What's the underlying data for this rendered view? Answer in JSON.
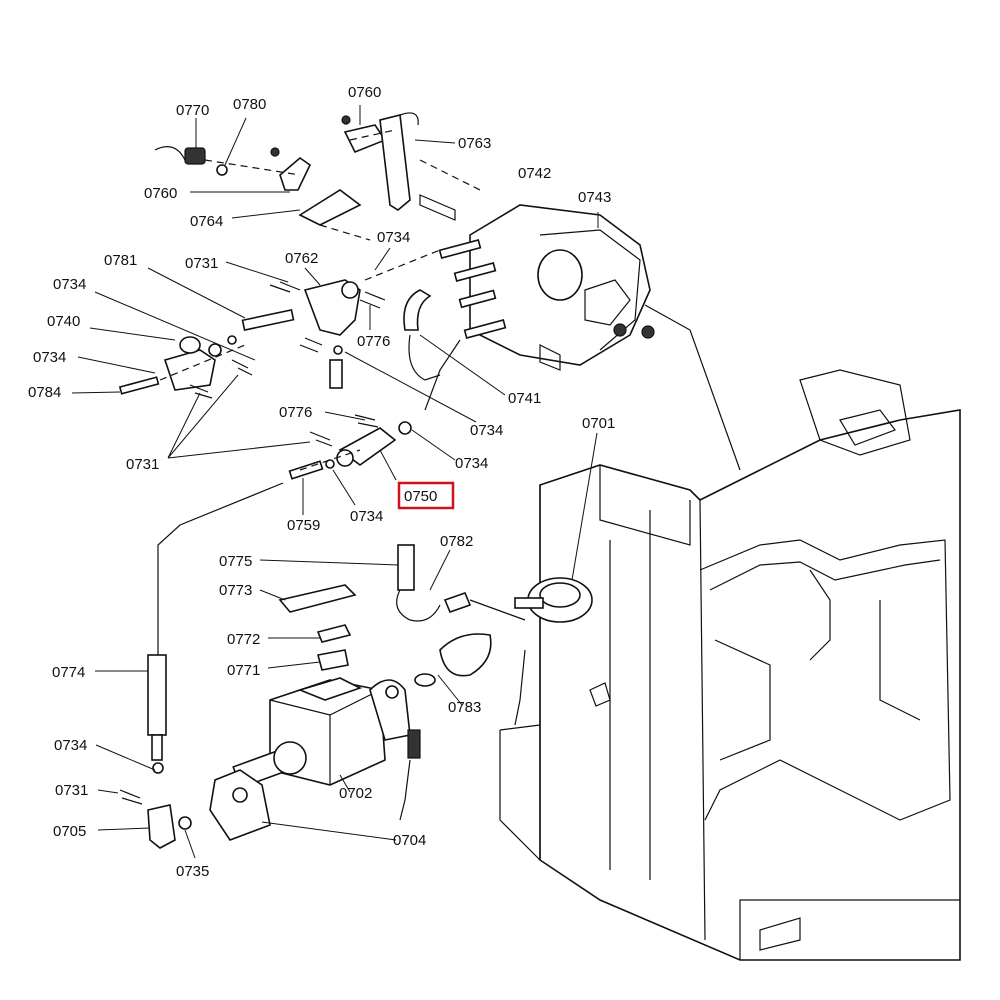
{
  "diagram": {
    "labels": [
      {
        "id": "0770",
        "text": "0770"
      },
      {
        "id": "0780",
        "text": "0780"
      },
      {
        "id": "0760a",
        "text": "0760"
      },
      {
        "id": "0763",
        "text": "0763"
      },
      {
        "id": "0742",
        "text": "0742"
      },
      {
        "id": "0743",
        "text": "0743"
      },
      {
        "id": "0760b",
        "text": "0760"
      },
      {
        "id": "0764",
        "text": "0764"
      },
      {
        "id": "0734a",
        "text": "0734"
      },
      {
        "id": "0781",
        "text": "0781"
      },
      {
        "id": "0731a",
        "text": "0731"
      },
      {
        "id": "0762",
        "text": "0762"
      },
      {
        "id": "0734b",
        "text": "0734"
      },
      {
        "id": "0740",
        "text": "0740"
      },
      {
        "id": "0776a",
        "text": "0776"
      },
      {
        "id": "0734c",
        "text": "0734"
      },
      {
        "id": "0784",
        "text": "0784"
      },
      {
        "id": "0741",
        "text": "0741"
      },
      {
        "id": "0776b",
        "text": "0776"
      },
      {
        "id": "0734d",
        "text": "0734"
      },
      {
        "id": "0701",
        "text": "0701"
      },
      {
        "id": "0731b",
        "text": "0731"
      },
      {
        "id": "0734e",
        "text": "0734"
      },
      {
        "id": "0750",
        "text": "0750"
      },
      {
        "id": "0759",
        "text": "0759"
      },
      {
        "id": "0734f",
        "text": "0734"
      },
      {
        "id": "0782",
        "text": "0782"
      },
      {
        "id": "0775",
        "text": "0775"
      },
      {
        "id": "0773",
        "text": "0773"
      },
      {
        "id": "0772",
        "text": "0772"
      },
      {
        "id": "0771",
        "text": "0771"
      },
      {
        "id": "0774",
        "text": "0774"
      },
      {
        "id": "0783",
        "text": "0783"
      },
      {
        "id": "0734g",
        "text": "0734"
      },
      {
        "id": "0731c",
        "text": "0731"
      },
      {
        "id": "0702",
        "text": "0702"
      },
      {
        "id": "0705",
        "text": "0705"
      },
      {
        "id": "0704",
        "text": "0704"
      },
      {
        "id": "0735",
        "text": "0735"
      }
    ],
    "highlighted": "0750",
    "highlight_color": "#d0101a"
  }
}
